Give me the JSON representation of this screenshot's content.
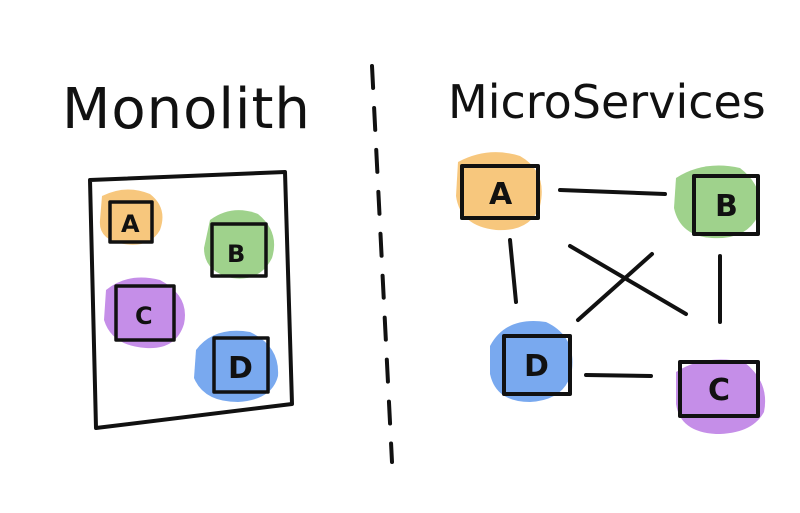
{
  "monolith": {
    "title": "Monolith",
    "boxes": [
      {
        "label": "A",
        "color": "#f7c77d"
      },
      {
        "label": "B",
        "color": "#9fd28c"
      },
      {
        "label": "C",
        "color": "#c58ee8"
      },
      {
        "label": "D",
        "color": "#79a9ef"
      }
    ]
  },
  "microservices": {
    "title": "MicroServices",
    "nodes": [
      {
        "label": "A",
        "color": "#f7c77d"
      },
      {
        "label": "B",
        "color": "#9fd28c"
      },
      {
        "label": "C",
        "color": "#c58ee8"
      },
      {
        "label": "D",
        "color": "#79a9ef"
      }
    ]
  }
}
